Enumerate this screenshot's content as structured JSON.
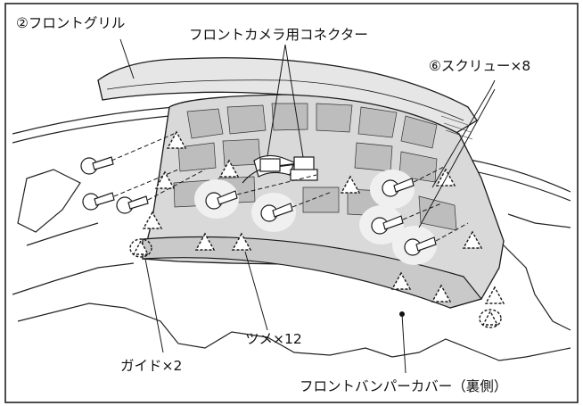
{
  "labels": {
    "front_grille": "②フロントグリル",
    "camera_connector": "フロントカメラ用コネクター",
    "screws": "⑥スクリュー×8",
    "guides": "ガイド×2",
    "claws": "ツメ×12",
    "bumper_cover": "フロントバンパーカバー（裏側）"
  },
  "colors": {
    "panel_fill": "#d9d9d9",
    "panel_dark": "#bdbdbd",
    "line": "#1a1a1a",
    "highlight": "#ffffff"
  }
}
